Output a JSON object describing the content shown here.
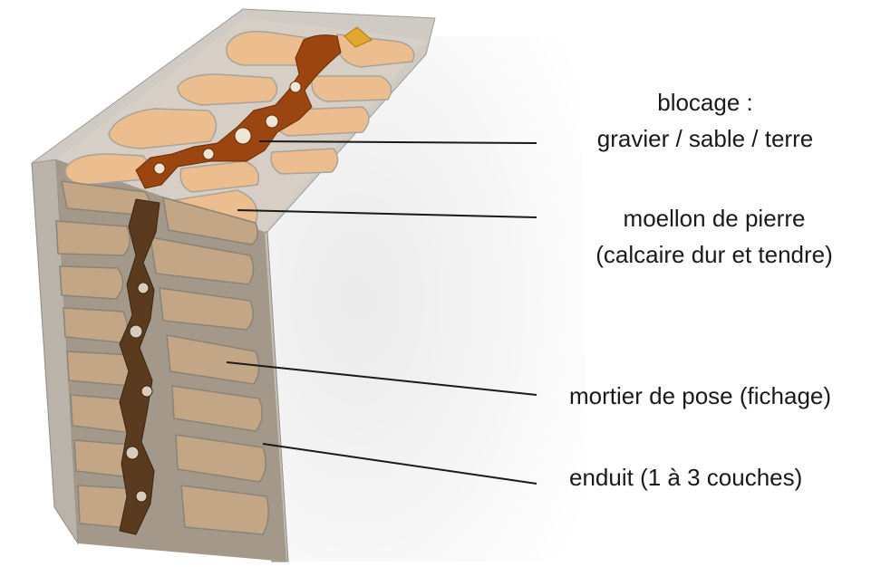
{
  "labels": {
    "blocage_title": "blocage :",
    "blocage_sub": "gravier / sable / terre",
    "moellon_title": "moellon de pierre",
    "moellon_sub": "(calcaire dur et tendre)",
    "mortier": "mortier de pose (fichage)",
    "enduit": "enduit (1 à 3 couches)"
  },
  "colors": {
    "stone_top": "#e8b98c",
    "stone_front": "#c9ab8a",
    "mortar_top": "#9a4a12",
    "mortar_front": "#5b3d22",
    "render": "#bdb8b0",
    "leader": "#1a1a1a"
  }
}
